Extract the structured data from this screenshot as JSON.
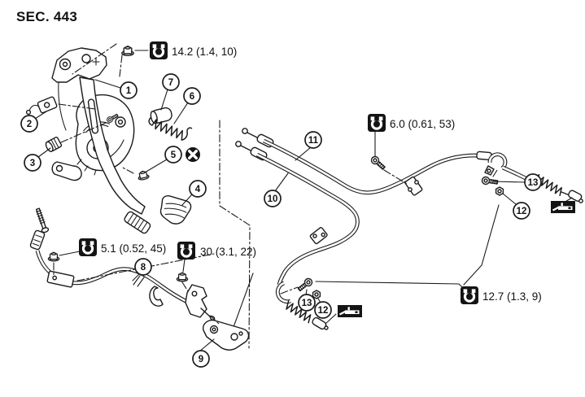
{
  "title": "SEC. 443",
  "colors": {
    "line": "#1b1b1b",
    "background": "#ffffff"
  },
  "torque_specs": [
    {
      "value": "14.2 (1.4, 10)"
    },
    {
      "value": "6.0 (0.61, 53)"
    },
    {
      "value": "5.1 (0.52, 45)"
    },
    {
      "value": "30 (3.1, 22)"
    },
    {
      "value": "12.7 (1.3, 9)"
    }
  ],
  "callouts": [
    {
      "label": "1"
    },
    {
      "label": "2"
    },
    {
      "label": "3"
    },
    {
      "label": "4"
    },
    {
      "label": "5"
    },
    {
      "label": "6"
    },
    {
      "label": "7"
    },
    {
      "label": "8"
    },
    {
      "label": "9"
    },
    {
      "label": "10"
    },
    {
      "label": "11"
    },
    {
      "label": "12"
    },
    {
      "label": "13"
    }
  ],
  "icons": {
    "torque": "torque-wrench",
    "replace": "non-reusable-part",
    "grease": "apply-grease"
  }
}
